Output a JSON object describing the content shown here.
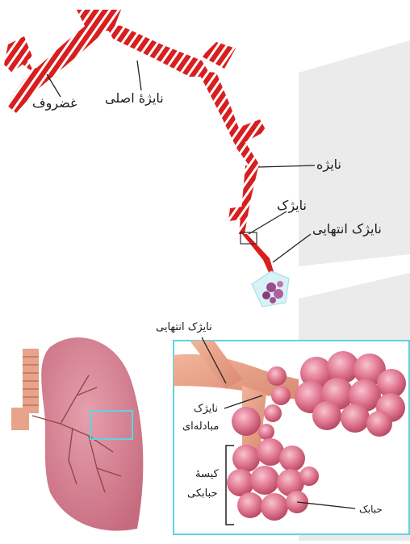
{
  "diagram": {
    "top_labels": {
      "cartilage": "غضروف",
      "main_bronchus": "نایژهٔ اصلی",
      "bronchus": "نایژه",
      "bronchiole": "نایژک",
      "terminal_bronchiole": "نایژک انتهایی"
    },
    "bottom_labels": {
      "terminal_bronchiole": "نایژک انتهایی",
      "respiratory_bronchiole_line1": "نایژک",
      "respiratory_bronchiole_line2": "مبادله‌ای",
      "alveolar_sac_line1": "کیسهٔ",
      "alveolar_sac_line2": "حبابکی",
      "alveolus": "حبابک"
    },
    "colors": {
      "cartilage_red": "#d81e1e",
      "lung_pink": "#d97f92",
      "alveoli_pink": "#e0708a",
      "box_cyan": "#5fd3e0",
      "shadow_gray": "#e9e9e9"
    }
  }
}
